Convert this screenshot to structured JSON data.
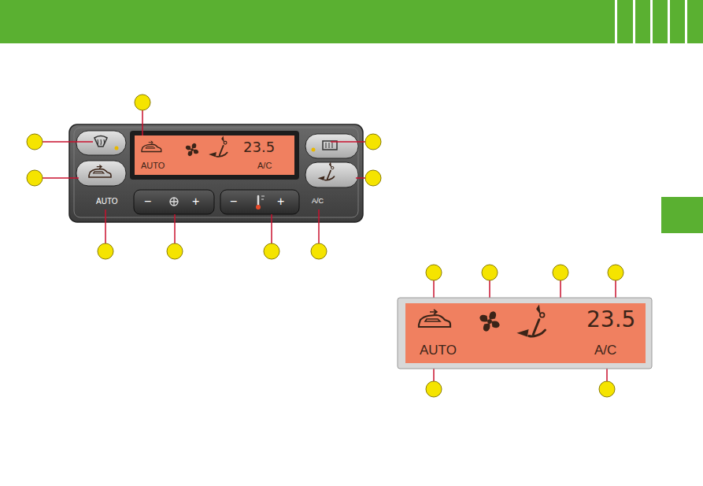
{
  "diagram": {
    "nodes": [
      {
        "text": [
          "23.5",
          "AUTO",
          "A/C"
        ]
      },
      {
        "text": [
          "AUTO"
        ]
      },
      {
        "text": [
          "−",
          "+"
        ]
      },
      {
        "text": [
          "−",
          "+"
        ]
      },
      {
        "text": [
          "A/C"
        ]
      },
      {
        "text": [
          "23.5",
          "AUTO",
          "A/C"
        ]
      }
    ]
  }
}
